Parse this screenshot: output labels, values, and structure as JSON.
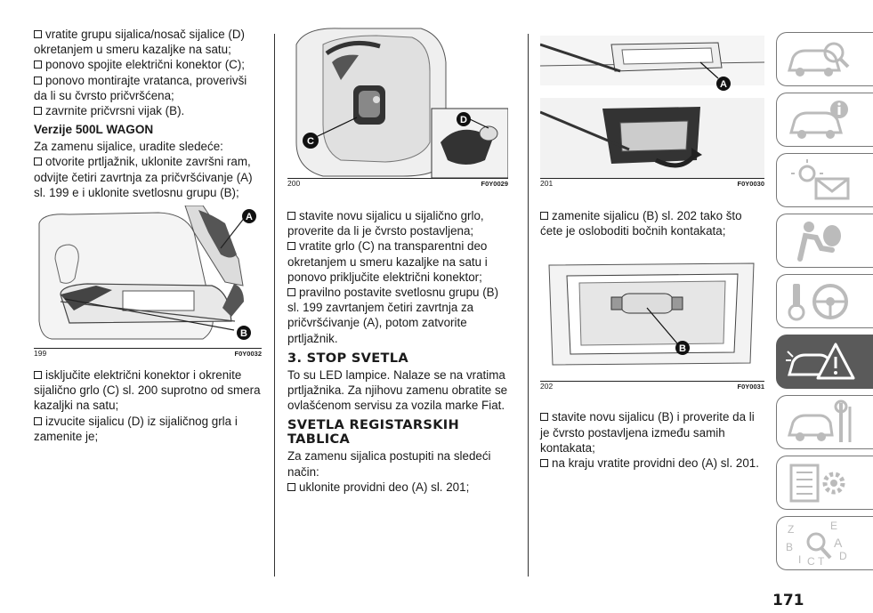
{
  "col1": {
    "p1": "vratite grupu sijalica/nosač sijalice (D) okretanjem u smeru kazaljke na satu;",
    "p2": "ponovo spojite električni konektor (C);",
    "p3": "ponovo montirajte vratanca, proverivši da li su čvrsto pričvršćena;",
    "p4": "zavrnite pričvrsni vijak (B).",
    "heading": "Verzije 500L WAGON",
    "p5": "Za zamenu sijalice, uradite sledeće:",
    "p6": "otvorite prtljažnik, uklonite završni ram, odvijte četiri zavrtnja za pričvršćivanje (A) sl. 199 e i uklonite svetlosnu grupu (B);",
    "fig": {
      "num": "199",
      "code": "F0Y0032",
      "label_a": "A",
      "label_b": "B"
    },
    "p7": "isključite električni konektor i okrenite sijalično grlo (C) sl. 200 suprotno od smera kazaljki na satu;",
    "p8": "izvucite sijalicu (D) iz sijaličnog grla i zamenite je;"
  },
  "col2": {
    "fig": {
      "num": "200",
      "code": "F0Y0029",
      "label_c": "C",
      "label_d": "D"
    },
    "p1": "stavite novu sijalicu u sijalično grlo, proverite da li je čvrsto postavljena;",
    "p2": "vratite grlo (C) na transparentni deo okretanjem u smeru kazaljke na satu i ponovo priključite električni konektor;",
    "p3": "pravilno postavite svetlosnu grupu (B) sl. 199 zavrtanjem četiri zavrtnja za pričvršćivanje (A), potom zatvorite prtljažnik.",
    "sec1": "3. STOP SVETLA",
    "p4": "To su LED lampice. Nalaze se na vratima prtljažnika. Za njihovu zamenu obratite se ovlašćenom servisu za vozila marke Fiat.",
    "sec2": "SVETLA REGISTARSKIH TABLICA",
    "p5": "Za zamenu sijalica postupiti na sledeći način:",
    "p6": "uklonite providni deo (A) sl. 201;"
  },
  "col3": {
    "fig1": {
      "num": "201",
      "code": "F0Y0030",
      "label_a": "A"
    },
    "p1": "zamenite sijalicu (B) sl. 202 tako što ćete je osloboditi bočnih kontakata;",
    "fig2": {
      "num": "202",
      "code": "F0Y0031",
      "label_b": "B"
    },
    "p2": "stavite novu sijalicu (B) i proverite da li je čvrsto postavljena između samih kontakata;",
    "p3": "na kraju vratite providni deo (A) sl. 201."
  },
  "tabs": [
    {
      "icon": "car-search-icon"
    },
    {
      "icon": "car-info-icon"
    },
    {
      "icon": "warning-lights-envelope-icon"
    },
    {
      "icon": "seat-airbag-icon"
    },
    {
      "icon": "key-steering-wheel-icon"
    },
    {
      "icon": "car-breakdown-warning-icon",
      "active": true
    },
    {
      "icon": "car-maintenance-tools-icon"
    },
    {
      "icon": "specifications-gear-icon"
    },
    {
      "icon": "index-search-icon"
    }
  ],
  "tab_letters": {
    "z": "Z",
    "e": "E",
    "b": "B",
    "a": "A",
    "i": "I",
    "c": "C",
    "t": "T",
    "d": "D"
  },
  "page_number": "171"
}
